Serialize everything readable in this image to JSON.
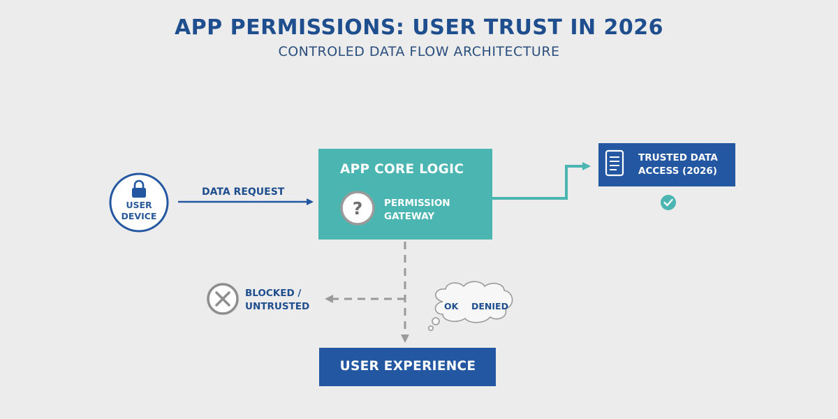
{
  "diagram": {
    "title": "APP PERMISSIONS: USER TRUST IN 2026",
    "subtitle": "CONTROLED DATA FLOW ARCHITECTURE",
    "colors": {
      "background": "#ececec",
      "navy": "#1f4e8e",
      "blue_box": "#2457a2",
      "teal": "#4bb5b1",
      "gray": "#9a9a9a"
    },
    "nodes": {
      "user_device": {
        "label_line1": "USER",
        "label_line2": "DEVICE",
        "icon": "lock-icon"
      },
      "app_core": {
        "title": "APP CORE LOGIC"
      },
      "permission_gateway": {
        "label_line1": "PERMISSION",
        "label_line2": "GATEWAY",
        "icon": "question-icon"
      },
      "trusted_access": {
        "label_line1": "TRUSTED DATA",
        "label_line2": "ACCESS (2026)",
        "icon": "document-icon"
      },
      "blocked": {
        "label_line1": "BLOCKED /",
        "label_line2": "UNTRUSTED",
        "icon": "x-circle-icon"
      },
      "user_experience": {
        "title": "USER EXPERIENCE"
      },
      "thought_bubble": {
        "ok": "OK",
        "denied": "DENIED"
      }
    },
    "edges": {
      "data_request": {
        "label": "DATA REQUEST"
      }
    }
  }
}
